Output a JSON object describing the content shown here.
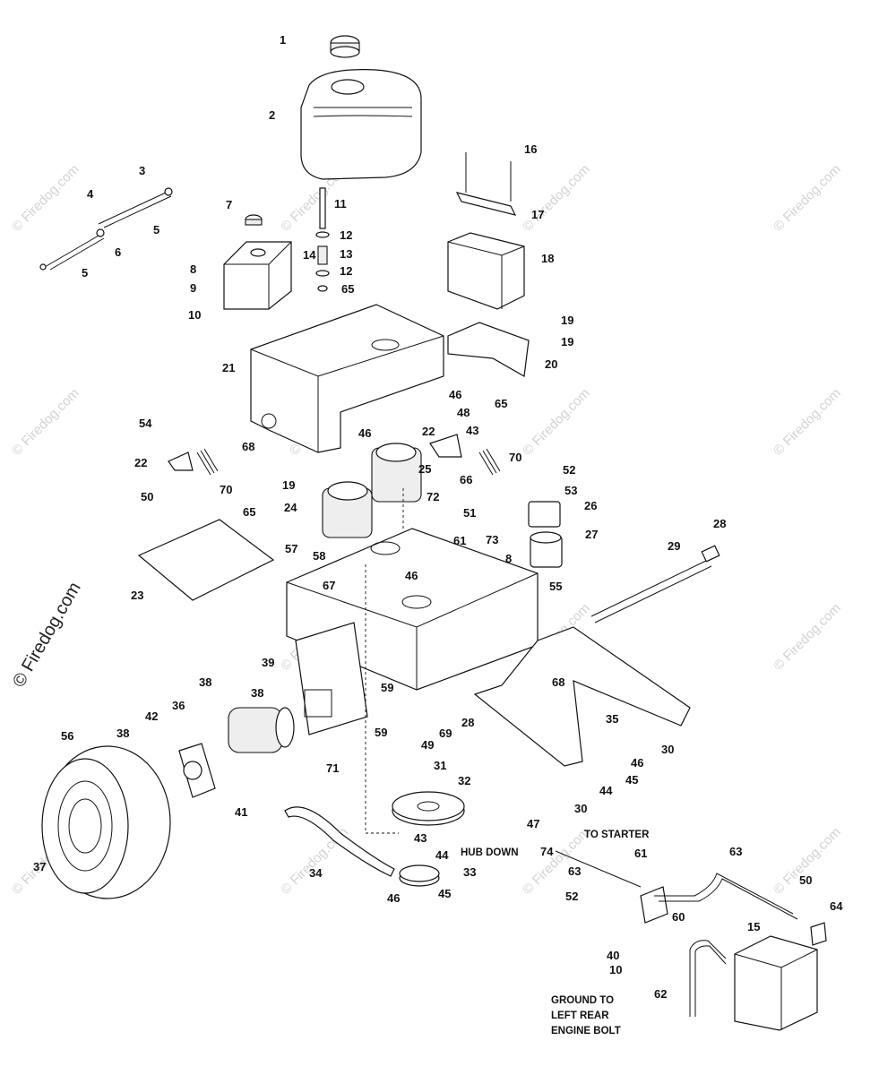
{
  "watermarks": {
    "small": "© Firedog.com",
    "big": "© Firedog.com"
  },
  "notes": {
    "to_starter": "TO STARTER",
    "hub_down": "HUB DOWN",
    "ground": [
      "GROUND TO",
      "LEFT REAR",
      "ENGINE BOLT"
    ]
  },
  "callouts": {
    "c1": "1",
    "c2": "2",
    "c3": "3",
    "c4": "4",
    "c5a": "5",
    "c5b": "5",
    "c6": "6",
    "c7": "7",
    "c8a": "8",
    "c8b": "8",
    "c9": "9",
    "c10a": "10",
    "c10b": "10",
    "c11": "11",
    "c12a": "12",
    "c12b": "12",
    "c13": "13",
    "c14": "14",
    "c15": "15",
    "c16": "16",
    "c17": "17",
    "c18": "18",
    "c19a": "19",
    "c19b": "19",
    "c19c": "19",
    "c20": "20",
    "c21": "21",
    "c22a": "22",
    "c22b": "22",
    "c23": "23",
    "c24": "24",
    "c25": "25",
    "c26": "26",
    "c27": "27",
    "c28a": "28",
    "c28b": "28",
    "c29": "29",
    "c30a": "30",
    "c30b": "30",
    "c31": "31",
    "c32": "32",
    "c33": "33",
    "c34": "34",
    "c35": "35",
    "c36": "36",
    "c37": "37",
    "c38a": "38",
    "c38b": "38",
    "c38c": "38",
    "c39": "39",
    "c40": "40",
    "c41": "41",
    "c42": "42",
    "c43a": "43",
    "c43b": "43",
    "c44a": "44",
    "c44b": "44",
    "c45a": "45",
    "c45b": "45",
    "c46a": "46",
    "c46b": "46",
    "c46c": "46",
    "c46d": "46",
    "c46e": "46",
    "c47": "47",
    "c48": "48",
    "c49": "49",
    "c50a": "50",
    "c50b": "50",
    "c51": "51",
    "c52a": "52",
    "c52b": "52",
    "c53": "53",
    "c54": "54",
    "c55": "55",
    "c56": "56",
    "c57": "57",
    "c58": "58",
    "c59a": "59",
    "c59b": "59",
    "c60": "60",
    "c61a": "61",
    "c61b": "61",
    "c62": "62",
    "c63a": "63",
    "c63b": "63",
    "c64": "64",
    "c65a": "65",
    "c65b": "65",
    "c65c": "65",
    "c66": "66",
    "c67": "67",
    "c68a": "68",
    "c68b": "68",
    "c69": "69",
    "c70a": "70",
    "c70b": "70",
    "c71": "71",
    "c72": "72",
    "c73": "73",
    "c74": "74"
  }
}
